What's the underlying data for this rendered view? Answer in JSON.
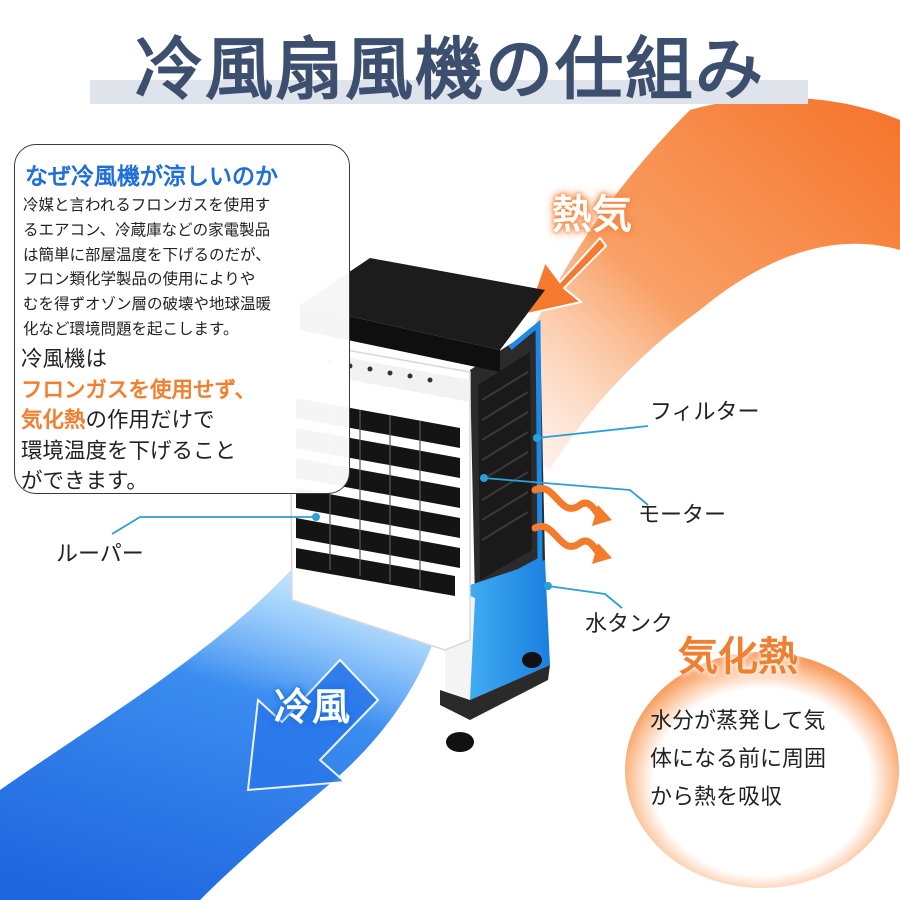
{
  "title": "冷風扇風機の仕組み",
  "info_box": {
    "heading": "なぜ冷風機が涼しいのか",
    "body_lines": [
      "冷媒と言われるフロンガスを使用す",
      "るエアコン、冷蔵庫などの家電製品",
      "は簡単に部屋温度を下げるのだが、",
      "フロン類化学製品の使用によりや",
      "むを得ずオゾン層の破壊や地球温暖",
      "化など環境問題を起こします。"
    ],
    "lead_line1": "冷風機は",
    "lead_highlight1": "フロンガスを使用せず、",
    "lead_highlight2": "気化熱",
    "lead_line3_rest": "の作用だけで",
    "lead_line4": "環境温度を下げること",
    "lead_line5": "ができます。"
  },
  "labels": {
    "heat": "熱気",
    "filter": "フィルター",
    "motor": "モーター",
    "louver": "ルーパー",
    "water_tank": "水タンク",
    "cold_air": "冷風"
  },
  "evaporation": {
    "title": "気化熱",
    "lines": [
      "水分が蒸発して気",
      "体になる前に周囲",
      "から熱を吸収"
    ]
  },
  "colors": {
    "title": "#3d4f6e",
    "heat": "#f27c30",
    "cold": "#1f6fe0",
    "accent_blue": "#1e6fd9",
    "highlight_orange": "#f08030",
    "leader_line": "#2aa0d8"
  },
  "icons": {
    "heat_arrow": "arrow-down-left-icon",
    "cold_arrow": "arrow-down-left-icon",
    "wavy_arrows": "wavy-arrow-right-icon"
  }
}
